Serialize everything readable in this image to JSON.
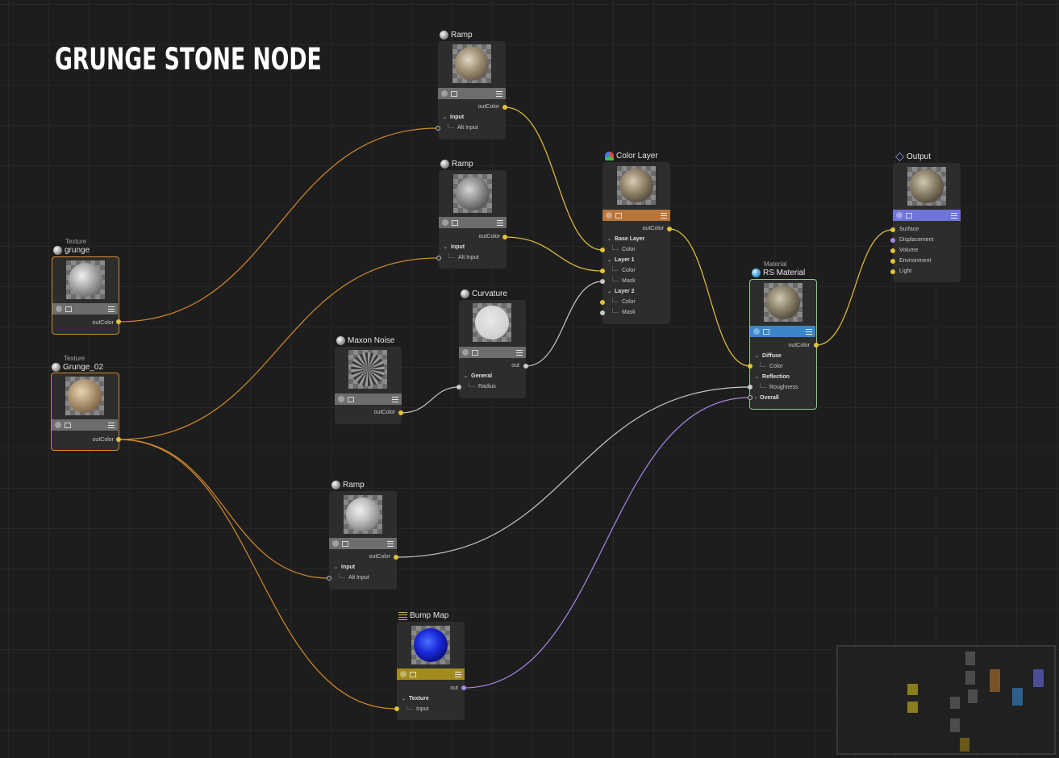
{
  "title": "GRUNGE STONE NODE",
  "colors": {
    "wire_yellow": "#e2c23b",
    "wire_orange": "#d48a2c",
    "wire_white": "#c9c9c9",
    "wire_purple": "#a887e6",
    "bar_gray": "#6d6d6d",
    "bar_orange": "#b9753a",
    "bar_blue": "#3a86c8",
    "bar_purple": "#7074d8",
    "bar_mustard": "#a48c1c"
  },
  "nodes": {
    "texture_grunge": {
      "type_label": "Texture",
      "name": "grunge",
      "icon": "sphere-icon",
      "out": "outColor"
    },
    "texture_grunge02": {
      "type_label": "Texture",
      "name": "Grunge_02",
      "icon": "sphere-icon",
      "out": "outColor"
    },
    "ramp_top": {
      "name": "Ramp",
      "icon": "sphere-icon",
      "out": "outColor",
      "group": "Input",
      "in1": "Alt Input"
    },
    "ramp_mid": {
      "name": "Ramp",
      "icon": "sphere-icon",
      "out": "outColor",
      "group": "Input",
      "in1": "Alt Input"
    },
    "ramp_low": {
      "name": "Ramp",
      "icon": "sphere-icon",
      "out": "outColor",
      "group": "Input",
      "in1": "Alt Input"
    },
    "curvature": {
      "name": "Curvature",
      "icon": "sphere-icon",
      "out": "out",
      "group": "General",
      "in1": "Radius"
    },
    "maxon_noise": {
      "name": "Maxon Noise",
      "icon": "sphere-icon",
      "out": "outColor"
    },
    "color_layer": {
      "name": "Color Layer",
      "icon": "color-layer-icon",
      "out": "outColor",
      "g1": "Base Layer",
      "g1_in1": "Color",
      "g2": "Layer 1",
      "g2_in1": "Color",
      "g2_in2": "Mask",
      "g3": "Layer 2",
      "g3_in1": "Color",
      "g3_in2": "Mask"
    },
    "rs_material": {
      "type_label": "Material",
      "name": "RS Material",
      "icon": "material-icon",
      "out": "outColor",
      "g1": "Diffuse",
      "g1_in1": "Color",
      "g2": "Reflection",
      "g2_in1": "Roughness",
      "g3": "Overall"
    },
    "output": {
      "name": "Output",
      "icon": "output-icon",
      "in1": "Surface",
      "in2": "Displacement",
      "in3": "Volume",
      "in4": "Environment",
      "in5": "Light"
    },
    "bump_map": {
      "name": "Bump Map",
      "icon": "bump-map-icon",
      "out": "out",
      "group": "Texture",
      "in1": "Input"
    }
  }
}
